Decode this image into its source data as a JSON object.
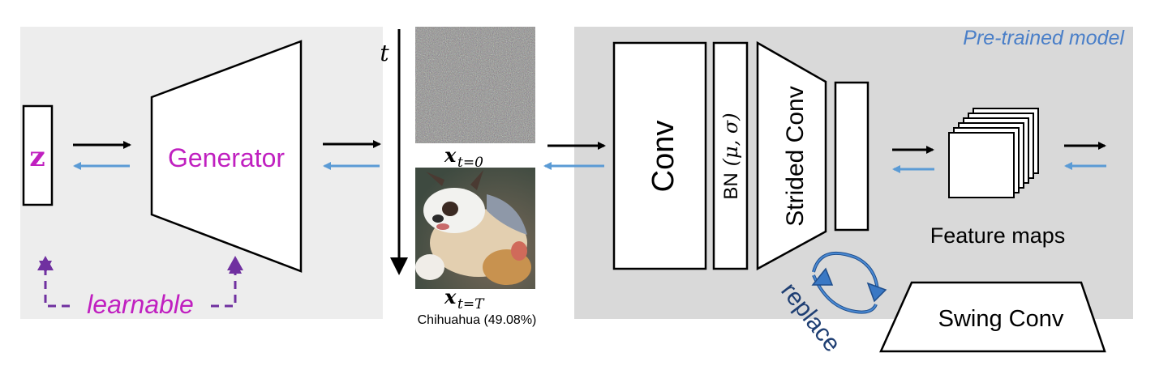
{
  "z_label": "z",
  "generator_label": "Generator",
  "learnable_label": "learnable",
  "time_axis_label": "t",
  "noise_label": "x_{t=0}",
  "noise_label_base": "x",
  "noise_label_sub": "t=0",
  "image_label": "x_{t=T}",
  "image_label_base": "x",
  "image_label_sub": "t=T",
  "prediction_caption": "Chihuahua (49.08%)",
  "pretrained_title": "Pre-trained model",
  "conv_label": "Conv",
  "bn_label": "BN",
  "bn_params": "(μ, σ)",
  "strided_conv_label": "Strided Conv",
  "feature_maps_label": "Feature maps",
  "replace_label": "replace",
  "swing_conv_label": "Swing Conv",
  "colors": {
    "forward_arrow": "#000000",
    "backward_arrow": "#5b9bd5",
    "learnable": "#c020c0",
    "learnable_arrow": "#7030a0",
    "pretrained_title": "#4a7fc8",
    "replace": "#1f3f73",
    "panel_left": "#ededed",
    "panel_right": "#d9d9d9"
  },
  "icons": [
    "noise-image",
    "chihuahua-image",
    "curved-double-arrow-icon"
  ]
}
